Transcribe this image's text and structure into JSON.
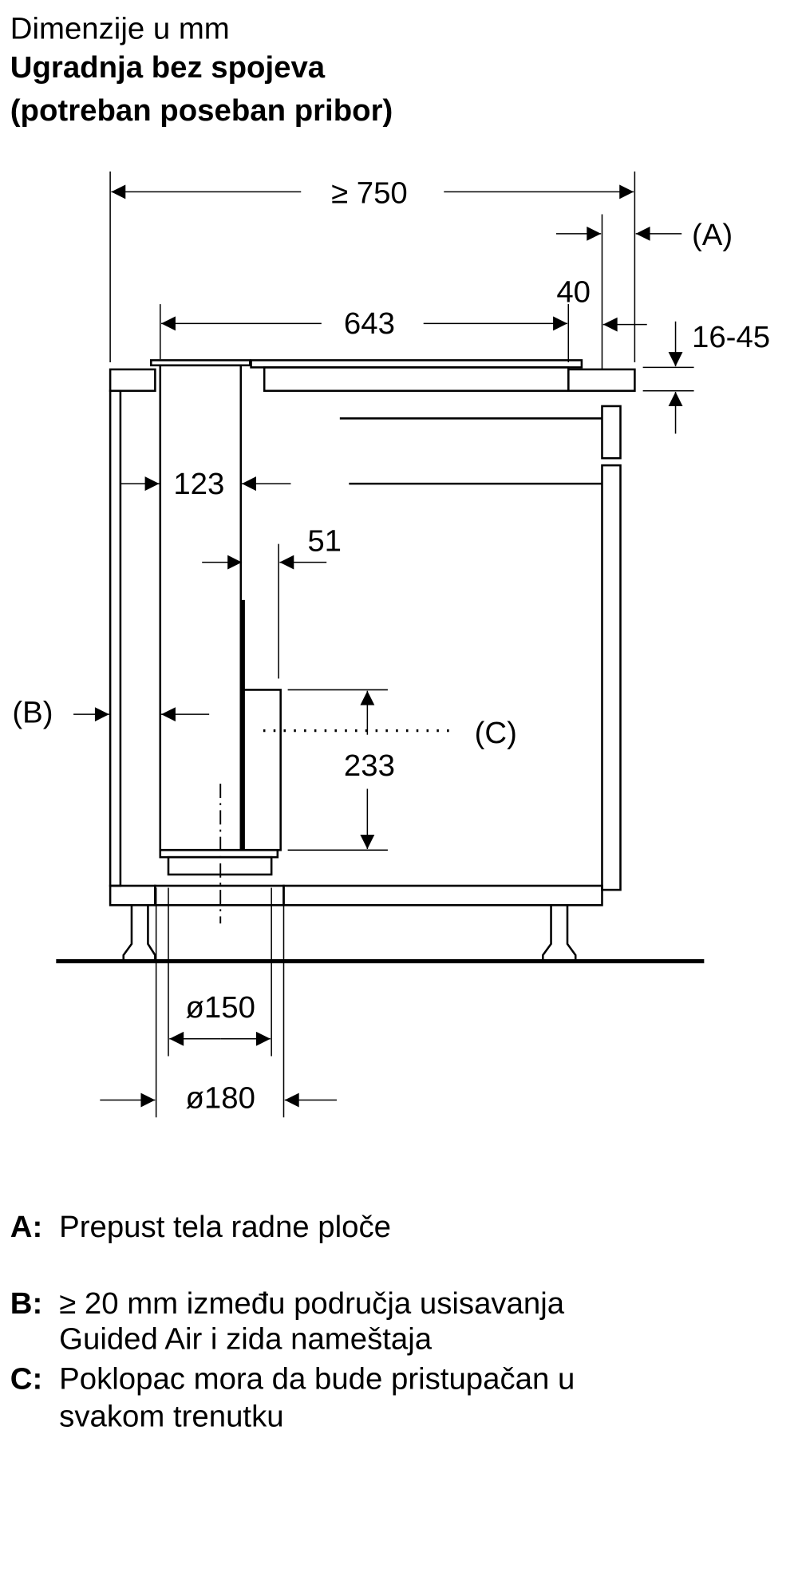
{
  "header": {
    "subtitle": "Dimenzije u mm",
    "title_line1": "Ugradnja bez spojeva",
    "title_line2": "(potreban poseban pribor)"
  },
  "dimensions": {
    "total_width": "≥ 750",
    "hob_width": "643",
    "overhang": "40",
    "worktop_thickness": "16-45",
    "column_width": "123",
    "offset": "51",
    "cover_height": "233",
    "diameter_inner": "ø150",
    "diameter_outer": "ø180"
  },
  "callouts": {
    "a": "(A)",
    "b": "(B)",
    "c": "(C)"
  },
  "legend": [
    {
      "key": "A:",
      "lines": [
        "Prepust tela radne ploče"
      ]
    },
    {
      "key": "B:",
      "lines": [
        "≥ 20 mm između područja usisavanja",
        "Guided Air i zida nameštaja"
      ]
    },
    {
      "key": "C:",
      "lines": [
        "Poklopac mora da bude pristupačan u",
        "svakom trenutku"
      ]
    }
  ]
}
